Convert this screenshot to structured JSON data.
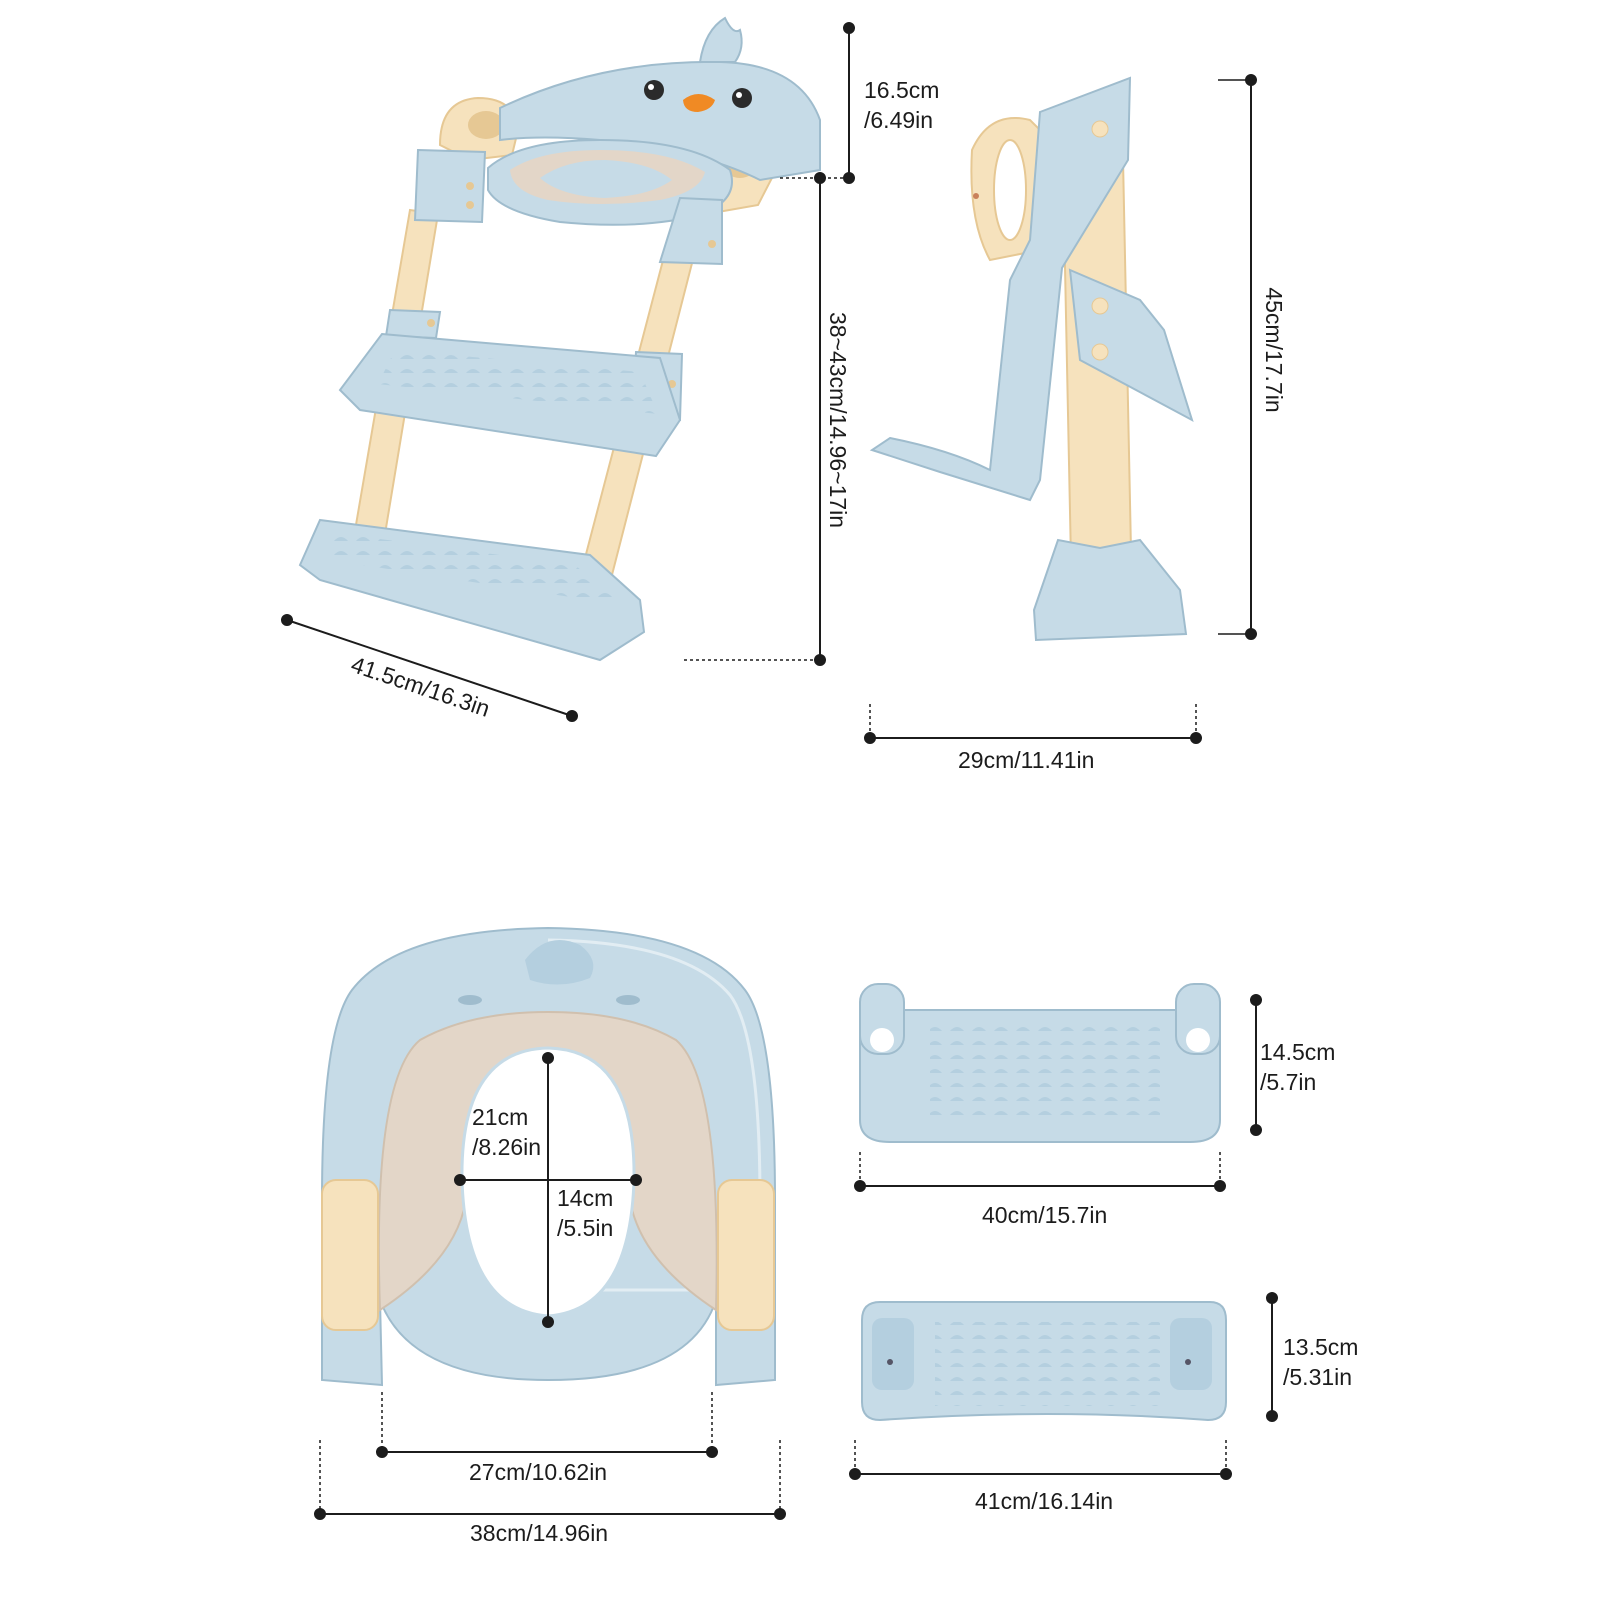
{
  "colors": {
    "body_blue": "#c6dbe7",
    "body_blue_dark": "#9fbccd",
    "frame_cream": "#f6e2bd",
    "frame_cream_dark": "#e6c894",
    "pad_beige": "#e3d6c8",
    "beak_orange": "#f08a24",
    "dimension_line": "#1c1c1c"
  },
  "dimensions": {
    "backrest_height": {
      "cm": "16.5cm",
      "in": "/6.49in"
    },
    "ladder_height": "38~43cm/14.96~17in",
    "ladder_width": "41.5cm/16.3in",
    "side_height": "45cm/17.7in",
    "side_depth": "29cm/11.41in",
    "seat_hole_length": {
      "cm": "21cm",
      "in": "/8.26in"
    },
    "seat_hole_width": {
      "cm": "14cm",
      "in": "/5.5in"
    },
    "seat_inner_width": "27cm/10.62in",
    "seat_outer_width": "38cm/14.96in",
    "upper_step_depth": {
      "cm": "14.5cm",
      "in": "/5.7in"
    },
    "upper_step_width": "40cm/15.7in",
    "lower_step_depth": {
      "cm": "13.5cm",
      "in": "/5.31in"
    },
    "lower_step_width": "41cm/16.14in"
  }
}
